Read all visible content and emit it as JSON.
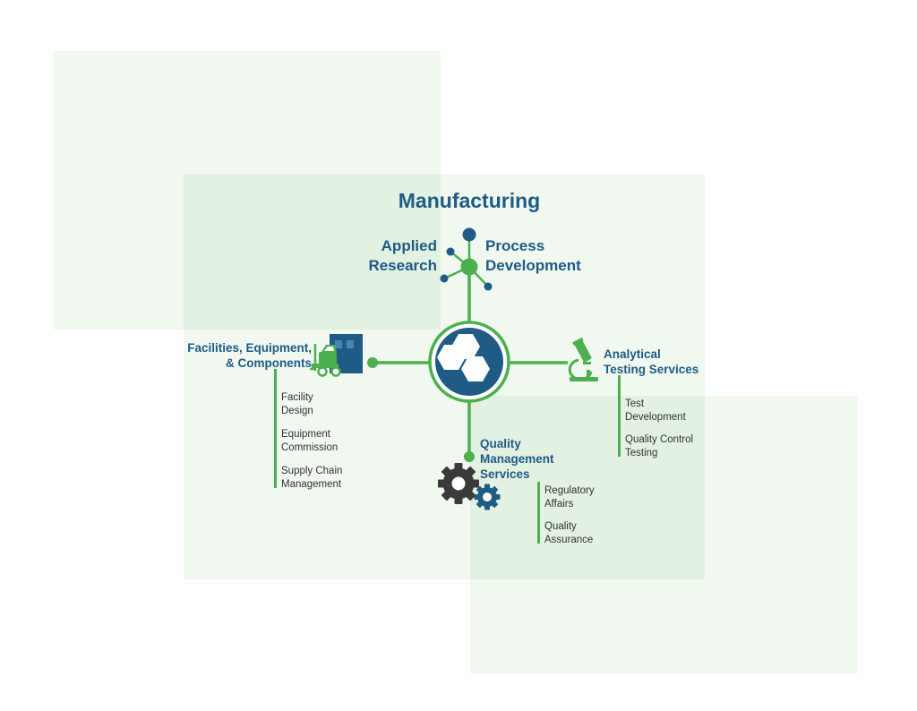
{
  "diagram": {
    "title": "Manufacturing",
    "applied_research": [
      "Applied",
      "Research"
    ],
    "process_development": [
      "Process",
      "Development"
    ],
    "facilities": {
      "label": [
        "Facilities, Equipment,",
        "& Components"
      ],
      "items": [
        [
          "Facility",
          "Design"
        ],
        [
          "Equipment",
          "Commission"
        ],
        [
          "Supply Chain",
          "Management"
        ]
      ]
    },
    "analytical": {
      "label": [
        "Analytical",
        "Testing Services"
      ],
      "items": [
        [
          "Test",
          "Development"
        ],
        [
          "Quality Control",
          "Testing"
        ]
      ]
    },
    "quality": {
      "label": [
        "Quality",
        "Management",
        "Services"
      ],
      "items": [
        [
          "Regulatory",
          "Affairs"
        ],
        [
          "Quality",
          "Assurance"
        ]
      ]
    },
    "colors": {
      "green": "#4caf50",
      "blue": "#1f5b85",
      "dark_gray": "#3a3a3a",
      "panel": "#eaf5ea"
    },
    "icons": [
      "molecule-icon",
      "hexagon-cluster-icon",
      "warehouse-forklift-icon",
      "microscope-icon",
      "gears-icon"
    ]
  }
}
